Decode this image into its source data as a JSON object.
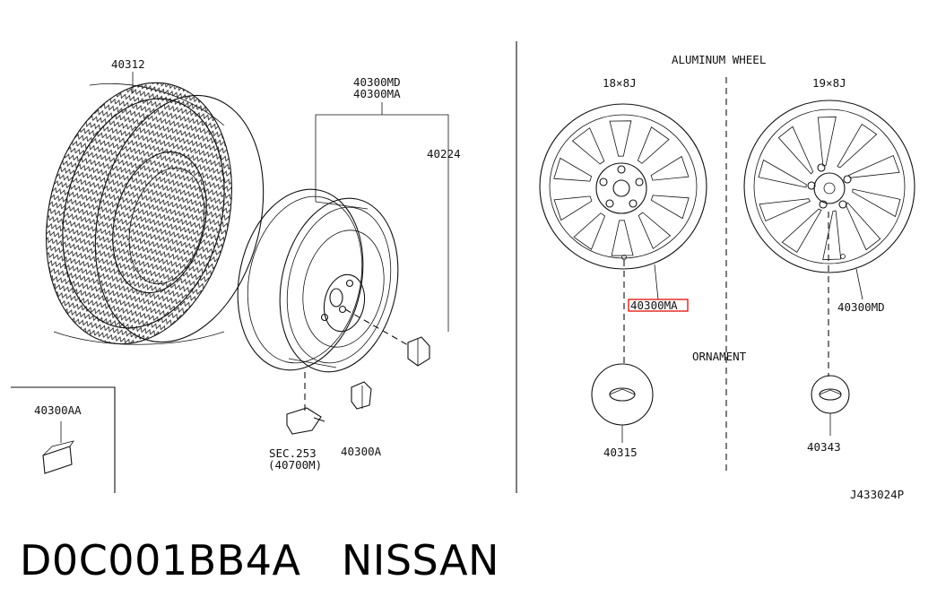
{
  "diagram": {
    "labels": {
      "tire_part": "40312",
      "wheel_parts_line1": "40300MD",
      "wheel_parts_line2": "40300MA",
      "nut_part": "40224",
      "weight_part": "40300AA",
      "valve_sec_line1": "SEC.253",
      "valve_sec_line2": "(40700M)",
      "clip_part": "40300A",
      "aluminum_wheel_title": "ALUMINUM WHEEL",
      "size_18": "18×8J",
      "size_19": "19×8J",
      "wheel_18_part": "40300MA",
      "wheel_19_part": "40300MD",
      "ornament_title": "ORNAMENT",
      "ornament_18_part": "40315",
      "ornament_19_part": "40343",
      "diagram_code": "J433024P"
    },
    "highlight_color": "#e0201a"
  },
  "caption": {
    "part_number": "D0C001BB4A",
    "brand": "NISSAN"
  }
}
